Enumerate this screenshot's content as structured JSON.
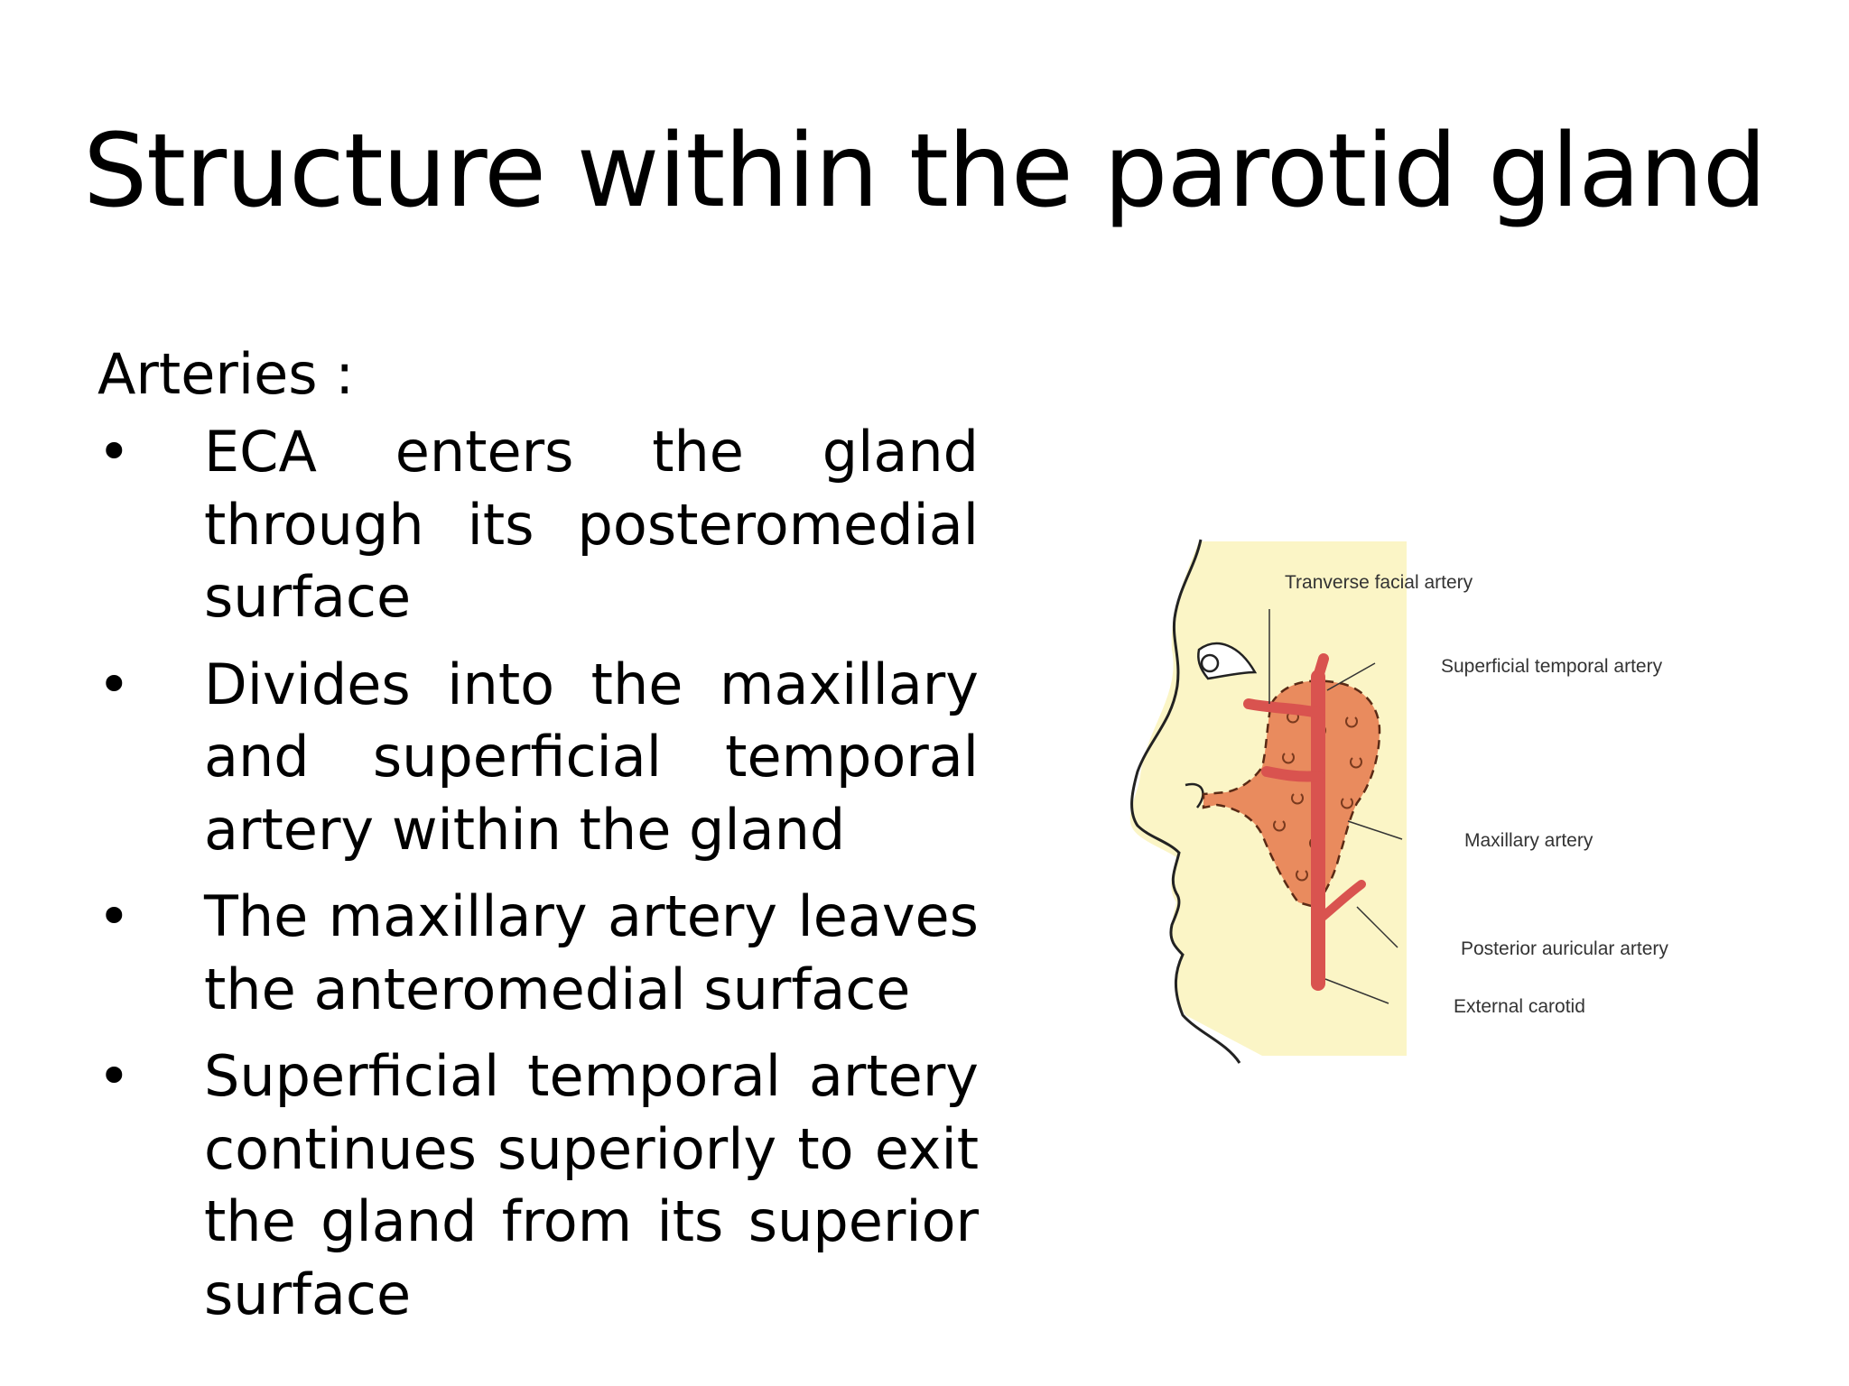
{
  "slide": {
    "title": "Structure within the parotid gland",
    "section_heading": "Arteries :",
    "bullets": [
      "ECA enters the gland through its posteromedial surface",
      "Divides into the maxillary and superficial temporal artery within the gland",
      "The maxillary artery leaves the anteromedial surface",
      "Superficial temporal artery continues superiorly to exit the gland from its superior surface"
    ],
    "bullet_symbol": "•"
  },
  "figure": {
    "labels": {
      "transverse_facial": "Tranverse facial artery",
      "superficial_temporal": "Superficial temporal artery",
      "maxillary": "Maxillary artery",
      "posterior_auricular": "Posterior auricular artery",
      "external_carotid": "External carotid"
    },
    "colors": {
      "skin": "#fbf5c6",
      "gland": "#e98b5e",
      "artery": "#d9534f",
      "outline": "#222222"
    }
  }
}
